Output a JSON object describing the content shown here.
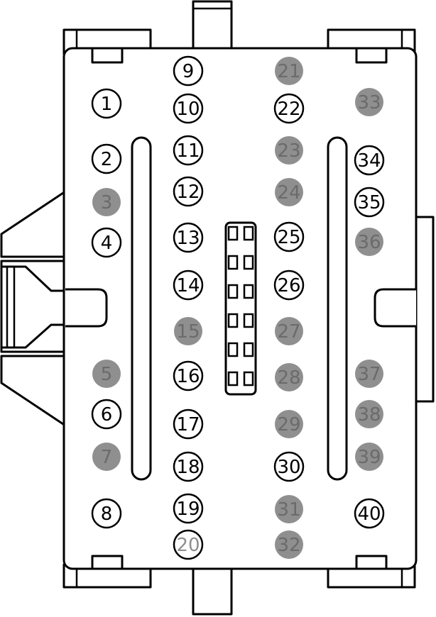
{
  "colors": {
    "line": "#000000",
    "background": "#ffffff",
    "filled_pin": "#8f8f8f",
    "filled_text": "#6b6b6b",
    "open_text": "#000000"
  },
  "pins": [
    {
      "label": "1",
      "style": "open"
    },
    {
      "label": "2",
      "style": "open"
    },
    {
      "label": "3",
      "style": "filled"
    },
    {
      "label": "4",
      "style": "open"
    },
    {
      "label": "5",
      "style": "filled"
    },
    {
      "label": "6",
      "style": "open"
    },
    {
      "label": "7",
      "style": "filled"
    },
    {
      "label": "8",
      "style": "open"
    },
    {
      "label": "9",
      "style": "open"
    },
    {
      "label": "10",
      "style": "open"
    },
    {
      "label": "11",
      "style": "open"
    },
    {
      "label": "12",
      "style": "open"
    },
    {
      "label": "13",
      "style": "open"
    },
    {
      "label": "14",
      "style": "open"
    },
    {
      "label": "15",
      "style": "filled"
    },
    {
      "label": "16",
      "style": "open"
    },
    {
      "label": "17",
      "style": "open"
    },
    {
      "label": "18",
      "style": "open"
    },
    {
      "label": "19",
      "style": "open"
    },
    {
      "label": "20",
      "style": "open-grey"
    },
    {
      "label": "21",
      "style": "filled"
    },
    {
      "label": "22",
      "style": "open"
    },
    {
      "label": "23",
      "style": "filled"
    },
    {
      "label": "24",
      "style": "filled"
    },
    {
      "label": "25",
      "style": "open"
    },
    {
      "label": "26",
      "style": "open"
    },
    {
      "label": "27",
      "style": "filled"
    },
    {
      "label": "28",
      "style": "filled"
    },
    {
      "label": "29",
      "style": "filled"
    },
    {
      "label": "30",
      "style": "open"
    },
    {
      "label": "31",
      "style": "filled"
    },
    {
      "label": "32",
      "style": "filled"
    },
    {
      "label": "33",
      "style": "filled"
    },
    {
      "label": "34",
      "style": "open"
    },
    {
      "label": "35",
      "style": "open"
    },
    {
      "label": "36",
      "style": "filled"
    },
    {
      "label": "37",
      "style": "filled"
    },
    {
      "label": "38",
      "style": "filled"
    },
    {
      "label": "39",
      "style": "filled"
    },
    {
      "label": "40",
      "style": "open"
    }
  ]
}
